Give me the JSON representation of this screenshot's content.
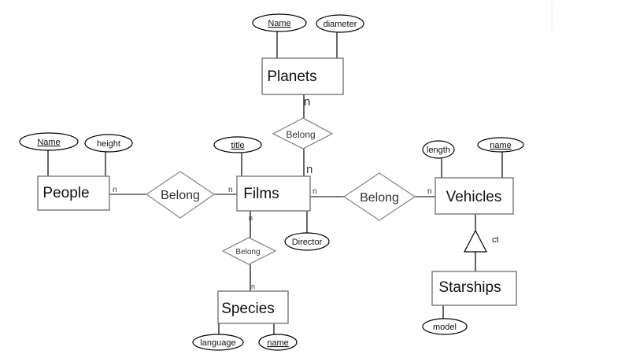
{
  "entities": {
    "planets": "Planets",
    "people": "People",
    "films": "Films",
    "vehicles": "Vehicles",
    "species": "Species",
    "starships": "Starships"
  },
  "relationships": {
    "planets_films": "Belong",
    "people_films": "Belong",
    "films_vehicles": "Belong",
    "films_species": "Belong"
  },
  "attributes": {
    "planets": [
      {
        "label": "Name",
        "key": true
      },
      {
        "label": "diameter",
        "key": false
      }
    ],
    "people": [
      {
        "label": "Name",
        "key": true
      },
      {
        "label": "height",
        "key": false
      }
    ],
    "films": [
      {
        "label": "title",
        "key": true
      },
      {
        "label": "Director",
        "key": false
      }
    ],
    "vehicles": [
      {
        "label": "length",
        "key": false
      },
      {
        "label": "name",
        "key": true
      }
    ],
    "species": [
      {
        "label": "language",
        "key": false
      },
      {
        "label": "name",
        "key": true
      }
    ],
    "starships": [
      {
        "label": "model",
        "key": false
      }
    ]
  },
  "cardinalities": {
    "planets_side": "n",
    "films_top": "n",
    "people_side": "n",
    "films_left": "n",
    "films_right": "n",
    "vehicles_side": "n",
    "films_bottom": "n",
    "species_side": "n"
  },
  "specialization": {
    "label": "ct"
  }
}
